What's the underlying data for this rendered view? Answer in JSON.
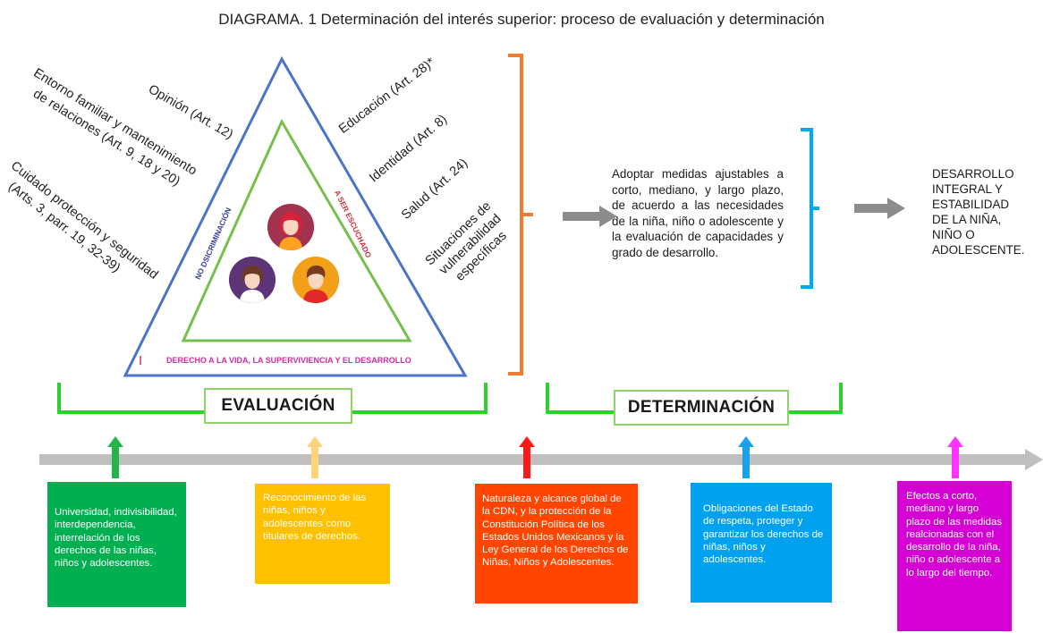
{
  "title": "DIAGRAMA. 1 Determinación del interés superior: proceso de evaluación y determinación",
  "triangle": {
    "left_side_labels": [
      {
        "lines": "Opinión (Art. 12)"
      },
      {
        "lines": "Entorno familiar y mantenimiento\n   de relaciones (Art. 9, 18 y 20)"
      },
      {
        "lines": "Cuidado protección y seguridad\n   (Arts. 3, parr. 19, 32-39)"
      }
    ],
    "right_side_labels": [
      {
        "lines": "Educación (Art. 28)*"
      },
      {
        "lines": "Identidad (Art. 8)"
      },
      {
        "lines": "Salud (Art. 24)"
      },
      {
        "lines": "Situaciones de\n vulnerabilidad\n   específicas"
      }
    ],
    "inner_left": "NO DSICRIMINACIÓN",
    "inner_right": "A SER ESCUCHADO",
    "inner_bottom": "DERECHO A LA VIDA, LA SUPERVIVIENCIA Y EL DESARROLLO",
    "colors": {
      "outer": "#4a74c9",
      "inner": "#77bf4d"
    }
  },
  "measures_text": "Adoptar medidas ajustables a corto, mediano, y largo plazo, de acuerdo a las necesidades de la niña, niño o adolescente y la evaluación de capacidades y grado de desarrollo.",
  "outcome_text": "DESARROLLO INTEGRAL Y ESTABILIDAD DE LA NIÑA, NIÑO O ADOLESCENTE.",
  "phases": {
    "evaluation": "EVALUACIÓN",
    "determination": "DETERMINACIÓN"
  },
  "boxes": [
    {
      "text": "Universidad, indivisibilidad, interdependencia, interrelación de los derechos de las niñas, niños y adolescentes.",
      "color": "#00b050"
    },
    {
      "text": "Reconocimiento de las niñas, niños y adolescentes como titulares de derechos.",
      "color": "#ffc000"
    },
    {
      "text": "Naturaleza y alcance global de la CDN, y la protección de la Constitución Política de los Estados Unidos Mexicanos y la Ley General de los Derechos de Niñas, Niños y Adolescentes.",
      "color": "#ff4500"
    },
    {
      "text": "Obligaciones del Estado de respeta, proteger y garantizar los derechos de niñas, niños y adolescentes.",
      "color": "#00a2f0"
    },
    {
      "text": "Efectos a corto, mediano y largo plazo de las medidas realcionadas con el desarrollo de la niña, niño o adolescente a lo largo del tiempo.",
      "color": "#d400d4"
    }
  ],
  "icons": [
    "girl-avatar-icon",
    "woman-avatar-icon",
    "boy-avatar-icon",
    "arrow-up-icon",
    "arrow-right-icon",
    "bracket-icon"
  ],
  "colors": {
    "orange": "#ef7d31",
    "cyan": "#00a9f4",
    "green_bracket": "#2ed02e",
    "grey_arrow": "#8c8c8c",
    "timeline": "#bfbfbf"
  }
}
